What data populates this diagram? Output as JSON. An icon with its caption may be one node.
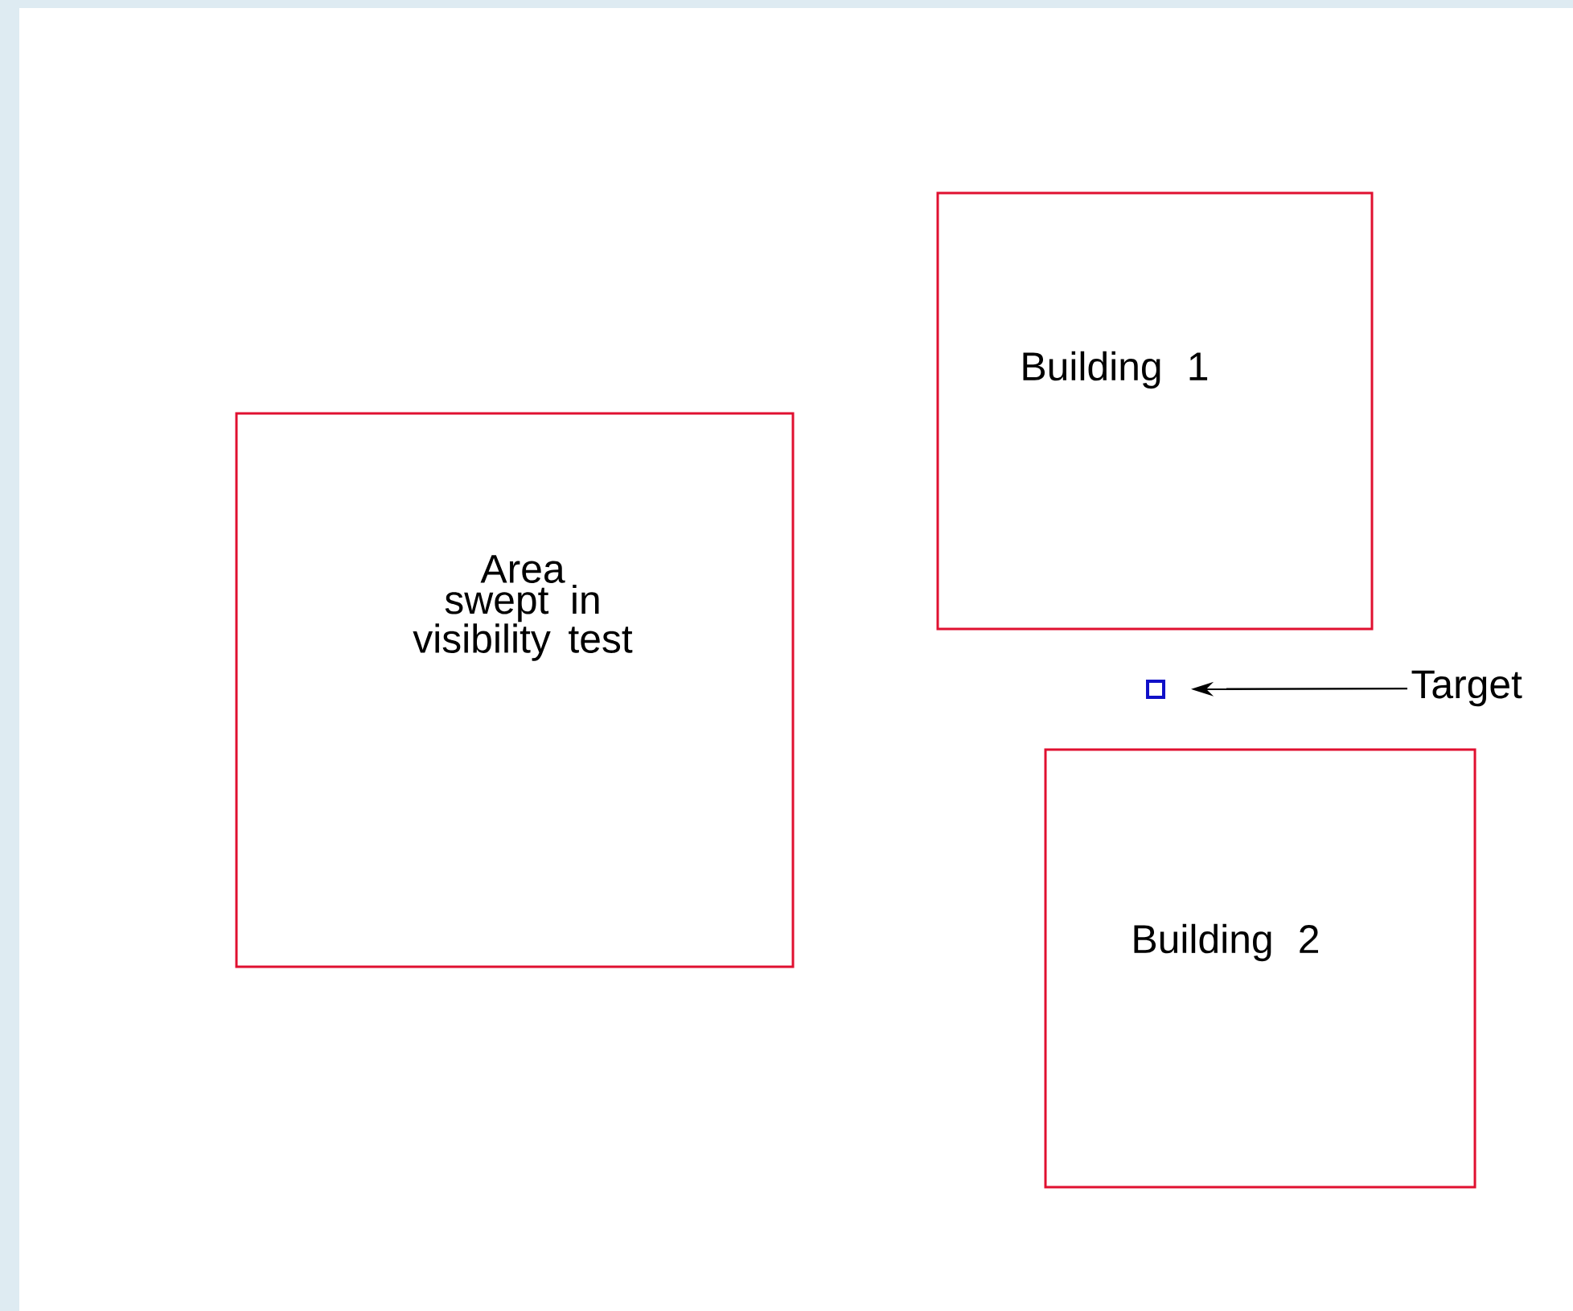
{
  "diagram": {
    "nodes": [
      {
        "text": [
          "Building 1"
        ]
      },
      {
        "text": [
          "Area swept in visibility test"
        ]
      },
      {
        "text": [],
        "shape": "box"
      },
      {
        "text": [
          "Target"
        ]
      },
      {
        "text": [
          "Building 2"
        ]
      }
    ],
    "edges": [
      {
        "from": 3,
        "to": 2,
        "arrow": "to"
      }
    ]
  }
}
